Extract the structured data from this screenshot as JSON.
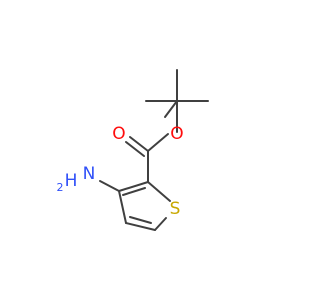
{
  "molecule": {
    "atoms": {
      "oxygen_carbonyl": "O",
      "oxygen_ester": "O",
      "sulfur": "S",
      "amine_n": "N",
      "amine_h": "H",
      "amine_h_count": "2"
    }
  },
  "colors": {
    "bond": "#404040",
    "oxygen": "#ff0d0d",
    "sulfur": "#c8a800",
    "nitrogen": "#3050f8"
  }
}
